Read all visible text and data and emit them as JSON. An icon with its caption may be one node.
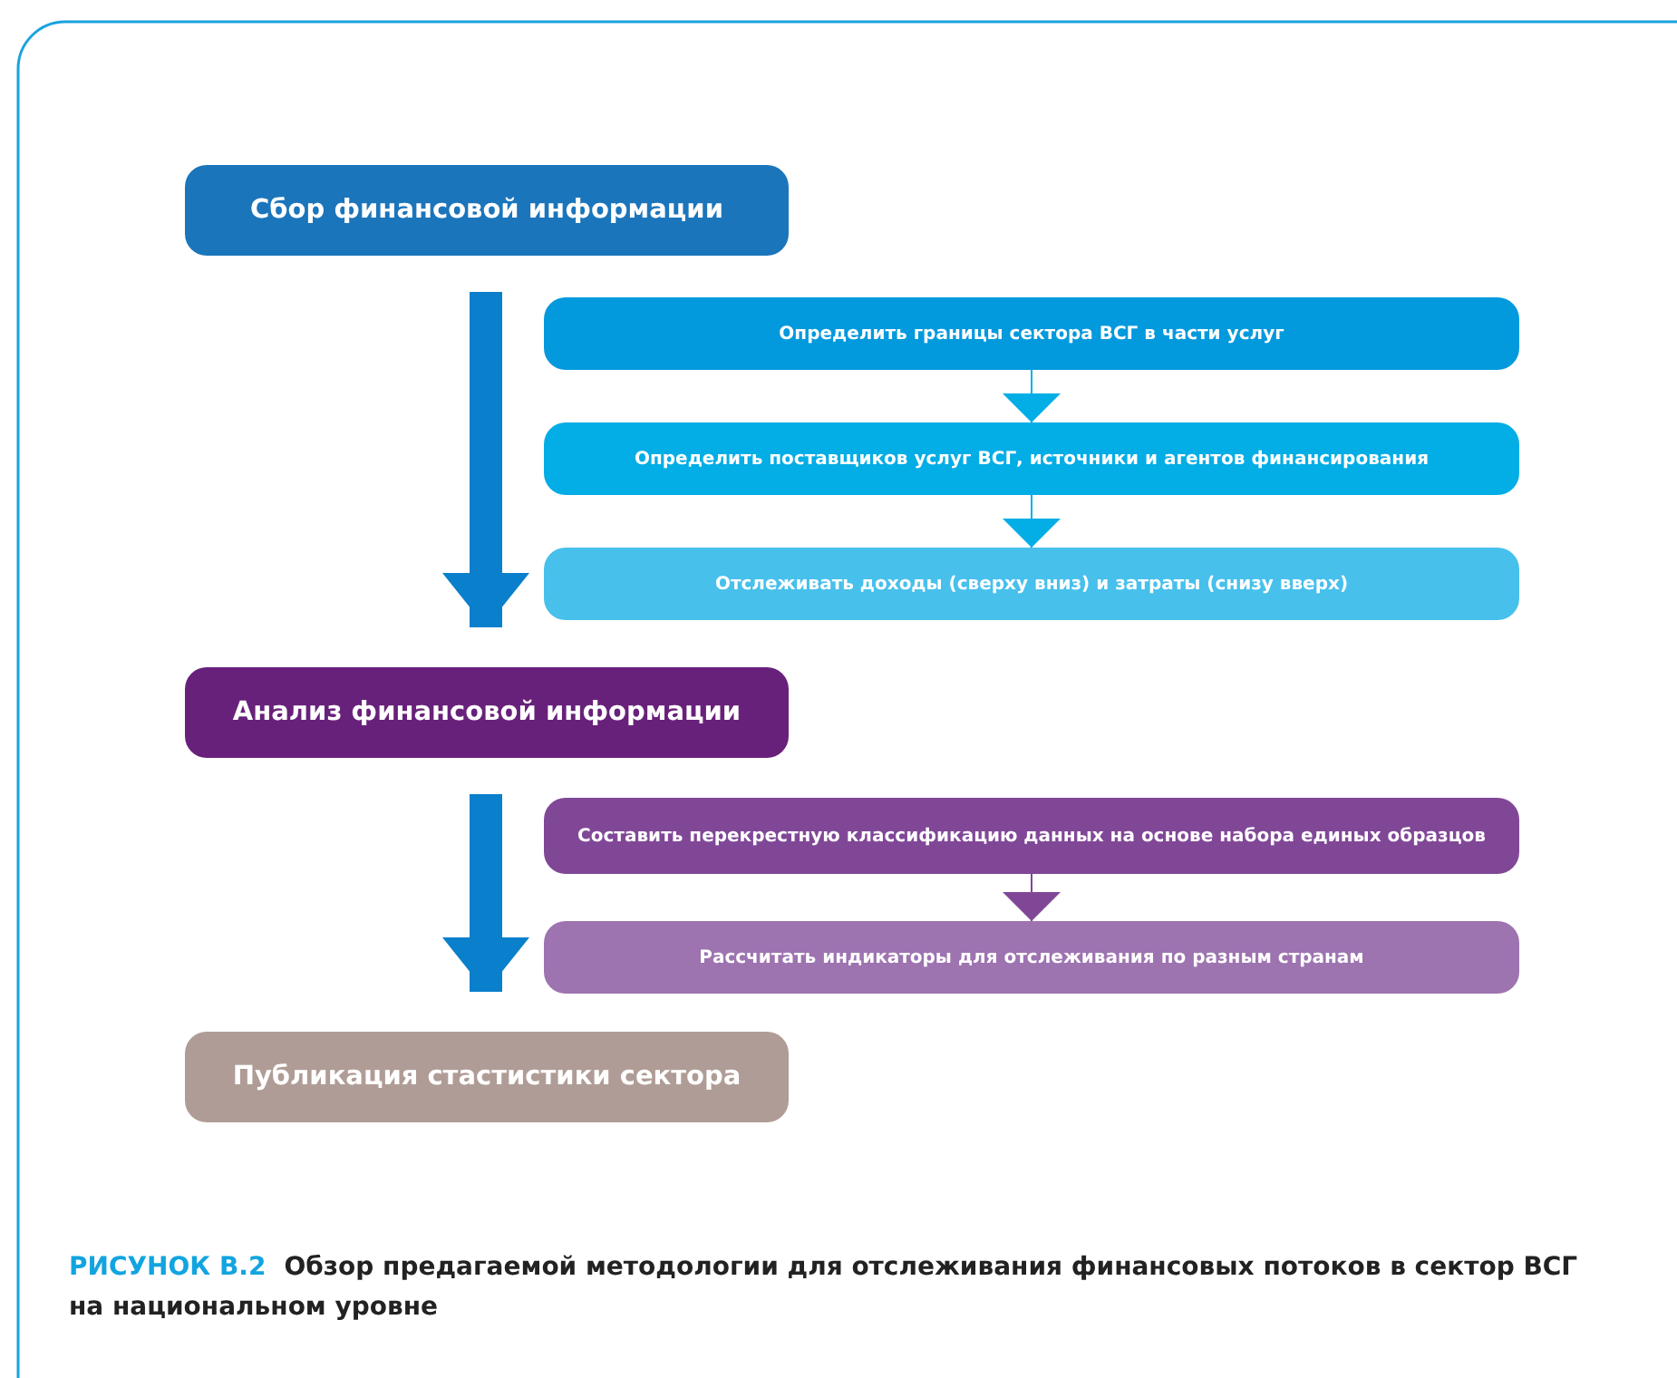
{
  "diagram": {
    "caption": "Обзор предагаемой методологии для отслеживания финансовых потоков в сектор ВСГ на национальном уровне",
    "nodes": [
      {
        "text": [
          "Сбор финансовой информации"
        ]
      },
      {
        "text": [
          "Определить границы сектора ВСГ в части услуг"
        ]
      },
      {
        "text": [
          "Определить поставщиков услуг ВСГ, источники и агентов финансирования"
        ]
      },
      {
        "text": [
          "Отслеживать доходы (сверху вниз) и затраты (снизу вверх)"
        ]
      },
      {
        "text": [
          "Анализ финансовой информации"
        ]
      },
      {
        "text": [
          "Составить перекрестную классификацию данных на основе набора единых образцов"
        ]
      },
      {
        "text": [
          "Рассчитать индикаторы для отслеживания по разным странам"
        ]
      },
      {
        "text": [
          "Публикация стастистики сектора"
        ]
      }
    ],
    "edges": [
      {
        "from": 0,
        "to": 4,
        "arrow": "to",
        "style": "thick"
      },
      {
        "from": 1,
        "to": 2,
        "arrow": "to"
      },
      {
        "from": 2,
        "to": 3,
        "arrow": "to"
      },
      {
        "from": 4,
        "to": 7,
        "arrow": "to",
        "style": "thick"
      },
      {
        "from": 5,
        "to": 6,
        "arrow": "to",
        "color": "#814797"
      }
    ],
    "labels": [
      "РИСУНОК В.2"
    ]
  }
}
